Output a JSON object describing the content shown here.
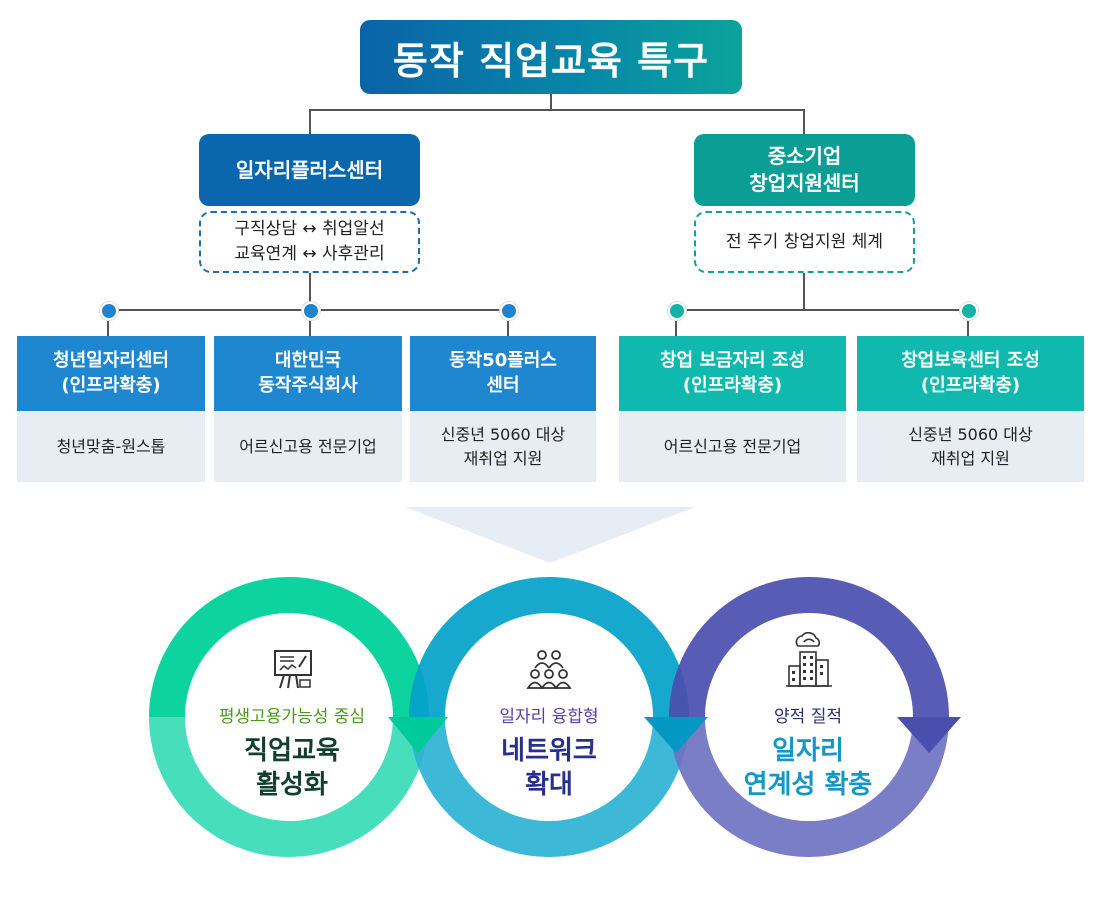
{
  "title": "동작 직업교육 특구",
  "colors": {
    "blue": "#0a63a8",
    "teal": "#0a9e94",
    "card_blue": "#1f87cf",
    "card_teal": "#10b9ad",
    "card_body": "#e8edf3",
    "ring_green": "#1fd19e",
    "ring_cyan": "#12a3c9",
    "ring_indigo": "#4a4fae"
  },
  "left_branch": {
    "title": "일자리플러스센터",
    "desc_line1": "구직상담 ↔ 취업알선",
    "desc_line2": "교육연계 ↔ 사후관리",
    "cards": [
      {
        "head1": "청년일자리센터",
        "head2": "(인프라확충)",
        "body1": "청년맞춤-원스톱",
        "body2": ""
      },
      {
        "head1": "대한민국",
        "head2": "동작주식회사",
        "body1": "어르신고용 전문기업",
        "body2": ""
      },
      {
        "head1": "동작50플러스",
        "head2": "센터",
        "body1": "신중년 5060 대상",
        "body2": "재취업 지원"
      }
    ]
  },
  "right_branch": {
    "title1": "중소기업",
    "title2": "창업지원센터",
    "desc": "전 주기 창업지원 체계",
    "cards": [
      {
        "head1": "창업 보금자리 조성",
        "head2": "(인프라확충)",
        "body1": "어르신고용 전문기업",
        "body2": ""
      },
      {
        "head1": "창업보육센터 조성",
        "head2": "(인프라확충)",
        "body1": "신중년 5060 대상",
        "body2": "재취업 지원"
      }
    ]
  },
  "cycle": [
    {
      "icon": "presentation-board-icon",
      "sub": "평생고용가능성 중심",
      "main1": "직업교육",
      "main2": "활성화"
    },
    {
      "icon": "people-group-icon",
      "sub": "일자리 융합형",
      "main1": "네트워크",
      "main2": "확대"
    },
    {
      "icon": "smart-building-icon",
      "sub": "양적 질적",
      "main1": "일자리",
      "main2": "연계성 확충"
    }
  ]
}
